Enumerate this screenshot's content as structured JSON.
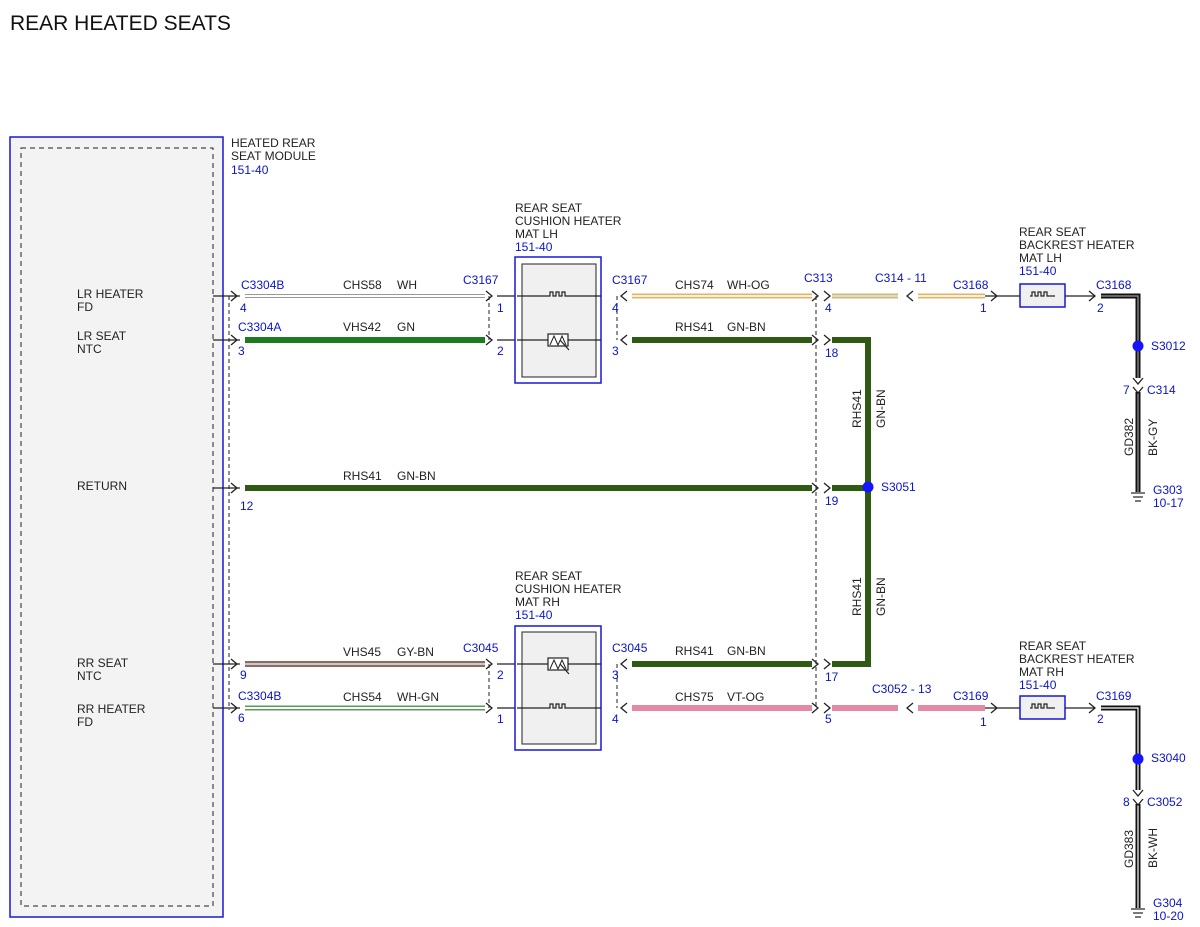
{
  "title": "REAR HEATED SEATS",
  "module": {
    "name_line1": "HEATED REAR",
    "name_line2": "SEAT MODULE",
    "ref": "151-40",
    "pins": [
      {
        "label1": "LR HEATER",
        "label2": "FD"
      },
      {
        "label1": "LR SEAT",
        "label2": "NTC"
      },
      {
        "label1": "RETURN",
        "label2": ""
      },
      {
        "label1": "RR SEAT",
        "label2": "NTC"
      },
      {
        "label1": "RR HEATER",
        "label2": "FD"
      }
    ]
  },
  "connectors": {
    "c3304b_top": "C3304B",
    "c3304b_top_pin": "4",
    "c3304a": "C3304A",
    "c3304a_pin": "3",
    "return_pin": "12",
    "rr_ntc_pin": "9",
    "c3304b_bot": "C3304B",
    "c3304b_bot_pin": "6",
    "c3167_in": "C3167",
    "c3167_in_pin1": "1",
    "c3167_in_pin2": "2",
    "c3167_out": "C3167",
    "c3167_out_pin4": "4",
    "c3167_out_pin3": "3",
    "c313": "C313",
    "c313_pin4": "4",
    "c313_pin18": "18",
    "c313_pin19": "19",
    "c313_pin17": "17",
    "c313_pin5": "5",
    "c314_11": "C314  -  11",
    "c3168_left": "C3168",
    "c3168_left_pin": "1",
    "c3168_right": "C3168",
    "c3168_right_pin": "2",
    "s3012": "S3012",
    "c314": "C314",
    "c314_pin": "7",
    "g303": "G303",
    "g303_ref": "10-17",
    "s3051": "S3051",
    "c3045_in": "C3045",
    "c3045_in_pin2": "2",
    "c3045_in_pin1": "1",
    "c3045_out": "C3045",
    "c3045_out_pin3": "3",
    "c3045_out_pin4": "4",
    "c3052_13": "C3052  -  13",
    "c3169_left": "C3169",
    "c3169_left_pin": "1",
    "c3169_right": "C3169",
    "c3169_right_pin": "2",
    "s3040": "S3040",
    "c3052": "C3052",
    "c3052_pin": "8",
    "g304": "G304",
    "g304_ref": "10-20"
  },
  "wires": {
    "chs58": "CHS58",
    "chs58_color": "WH",
    "vhs42": "VHS42",
    "vhs42_color": "GN",
    "rhs41_return": "RHS41",
    "rhs41_return_color": "GN-BN",
    "vhs45": "VHS45",
    "vhs45_color": "GY-BN",
    "chs54": "CHS54",
    "chs54_color": "WH-GN",
    "chs74": "CHS74",
    "chs74_color": "WH-OG",
    "rhs41_lh": "RHS41",
    "rhs41_lh_color": "GN-BN",
    "rhs41_rh": "RHS41",
    "rhs41_rh_color": "GN-BN",
    "chs75": "CHS75",
    "chs75_color": "VT-OG",
    "rhs41_v1": "RHS41",
    "rhs41_v1_color": "GN-BN",
    "rhs41_v2": "RHS41",
    "rhs41_v2_color": "GN-BN",
    "gd382": "GD382",
    "gd382_color": "BK-GY",
    "gd383": "GD383",
    "gd383_color": "BK-WH"
  },
  "components": {
    "cushion_lh": {
      "line1": "REAR SEAT",
      "line2": "CUSHION HEATER",
      "line3": "MAT LH",
      "ref": "151-40"
    },
    "cushion_rh": {
      "line1": "REAR SEAT",
      "line2": "CUSHION HEATER",
      "line3": "MAT RH",
      "ref": "151-40"
    },
    "backrest_lh": {
      "line1": "REAR SEAT",
      "line2": "BACKREST HEATER",
      "line3": "MAT LH",
      "ref": "151-40"
    },
    "backrest_rh": {
      "line1": "REAR SEAT",
      "line2": "BACKREST HEATER",
      "line3": "MAT RH",
      "ref": "151-40"
    }
  },
  "colors": {
    "connector_text": "#0a14c8",
    "gn": "#1e7a1e",
    "gn_bn": "#2f5a14",
    "vt_og": "#e58aa6",
    "bk": "#111111",
    "wh_og": "#f0d9a8",
    "gy_bn": "#8c6b63"
  }
}
